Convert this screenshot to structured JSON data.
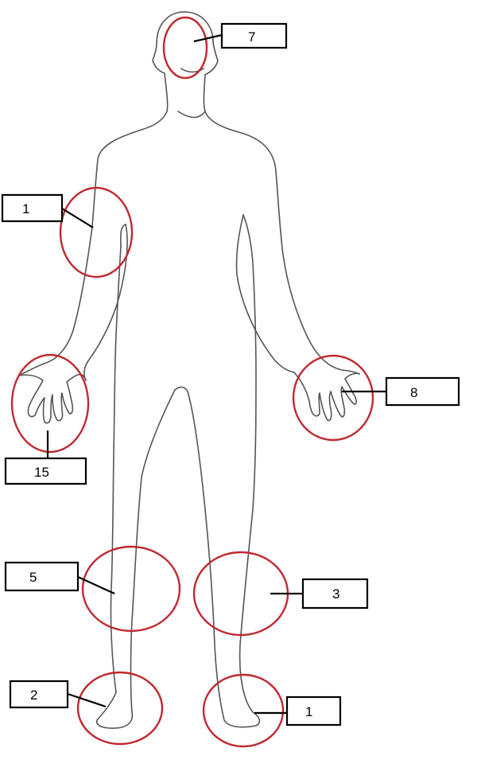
{
  "diagram": {
    "circle_color": "#c0292f",
    "regions": [
      {
        "id": "head",
        "count": "7"
      },
      {
        "id": "right-upper-arm",
        "count": "1"
      },
      {
        "id": "right-hand",
        "count": "15"
      },
      {
        "id": "left-hand",
        "count": "8"
      },
      {
        "id": "right-knee",
        "count": "5"
      },
      {
        "id": "left-knee",
        "count": "3"
      },
      {
        "id": "right-foot",
        "count": "2"
      },
      {
        "id": "left-foot",
        "count": "1"
      }
    ]
  }
}
